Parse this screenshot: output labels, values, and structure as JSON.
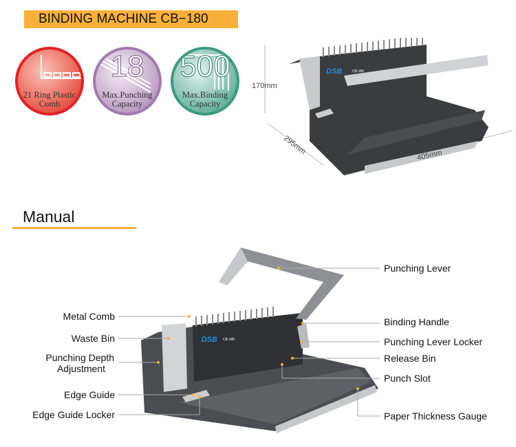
{
  "title": "BINDING MACHINE  CB−180",
  "badges": [
    {
      "number": "",
      "caption": "21 Ring Plastic Comb",
      "color": "#e52226",
      "icon": "comb-icon"
    },
    {
      "number": "18",
      "caption": "Max.Punching Capacity",
      "color": "#a07cb0",
      "icon": "paper-stack-icon"
    },
    {
      "number": "500",
      "caption": "Max.Binding Capacity",
      "color": "#3d9a82",
      "icon": "binding-stack-icon"
    }
  ],
  "dimensions": {
    "height": "170mm",
    "depth": "295mm",
    "width": "405mm"
  },
  "product_logo": "DSB",
  "model": "CB-180",
  "manual": {
    "heading": "Manual",
    "left_labels": [
      "Metal Comb",
      "Waste Bin",
      "Punching Depth",
      "Adjustment",
      "Edge Guide",
      "Edge Guide Locker"
    ],
    "right_labels": [
      "Punching Lever",
      "Binding Handle",
      "Punching Lever Locker",
      "Release Bin",
      "Punch Slot",
      "Paper Thickness Gauge"
    ]
  },
  "colors": {
    "accent": "#f9b03a"
  }
}
